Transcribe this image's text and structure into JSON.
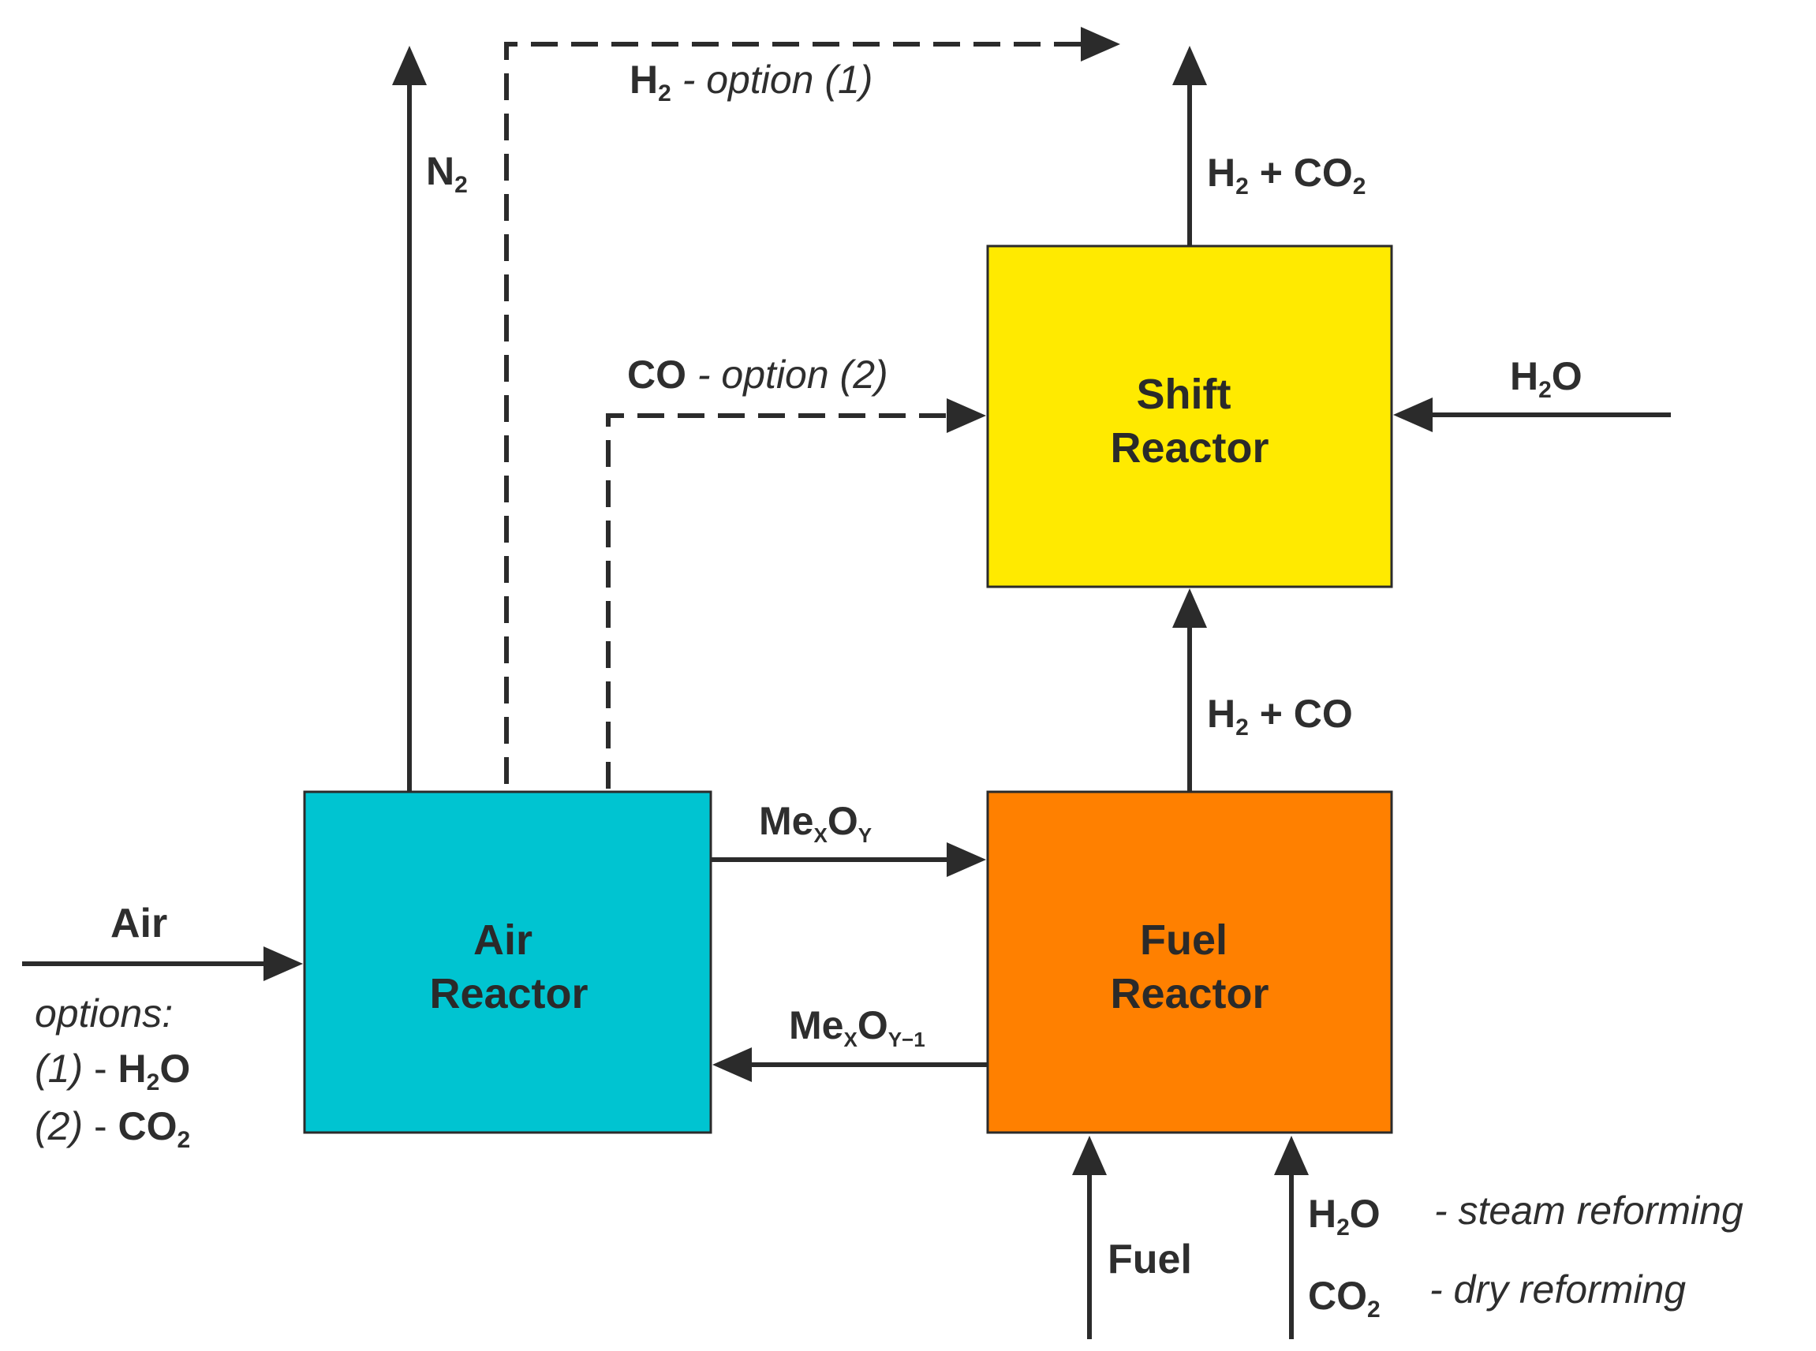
{
  "colors": {
    "air_reactor": "#00c4d1",
    "fuel_reactor": "#ff8000",
    "shift_reactor": "#ffea00",
    "lines": "#2b2b2b",
    "text": "#2e2e2e"
  },
  "boxes": {
    "air": {
      "line1": "Air",
      "line2": "Reactor"
    },
    "fuel": {
      "line1": "Fuel",
      "line2": "Reactor"
    },
    "shift": {
      "line1": "Shift",
      "line2": "Reactor"
    }
  },
  "streams": {
    "n2": {
      "base": "N",
      "sub": "2"
    },
    "h2_option1": {
      "base": "H",
      "sub": "2",
      "rest": " - option (1)"
    },
    "co_option2": {
      "base": "CO",
      "rest": " - option (2)"
    },
    "shift_out": {
      "p1": "H",
      "s1": "2",
      "p2": " + CO",
      "s2": "2"
    },
    "shift_in_h2o": {
      "p1": "H",
      "s1": "2",
      "p2": "O"
    },
    "fuel_to_shift": {
      "p1": "H",
      "s1": "2",
      "p2": " + CO"
    },
    "oxidized": {
      "p1": "Me",
      "s1": "X",
      "p2": "O",
      "s2": "Y"
    },
    "reduced": {
      "p1": "Me",
      "s1": "X",
      "p2": "O",
      "s2": "Y−1"
    },
    "air_in": "Air",
    "air_options_title": "options:",
    "air_option1": {
      "tag": "(1)",
      "dash": " - ",
      "p1": "H",
      "s1": "2",
      "p2": "O"
    },
    "air_option2": {
      "tag": "(2)",
      "dash": " - ",
      "p1": "CO",
      "s1": "2"
    },
    "fuel_in": "Fuel",
    "reforming_h2o": {
      "p1": "H",
      "s1": "2",
      "p2": "O",
      "desc": "- steam reforming"
    },
    "reforming_co2": {
      "p1": "CO",
      "s1": "2",
      "desc": "- dry reforming"
    }
  }
}
